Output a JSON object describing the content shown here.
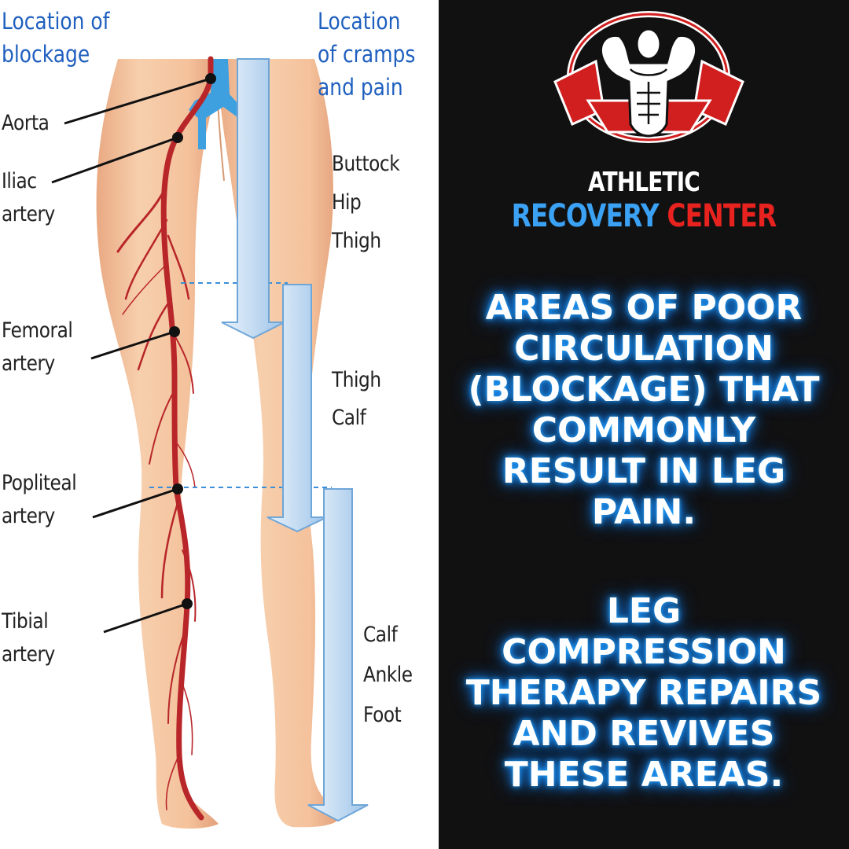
{
  "diagram": {
    "header_left": [
      "Location of",
      "blockage"
    ],
    "header_right": [
      "Location",
      "of cramps",
      "and pain"
    ],
    "artery_labels": [
      {
        "lines": [
          "Aorta"
        ]
      },
      {
        "lines": [
          "Iliac",
          "artery"
        ]
      },
      {
        "lines": [
          "Femoral",
          "artery"
        ]
      },
      {
        "lines": [
          "Popliteal",
          "artery"
        ]
      },
      {
        "lines": [
          "Tibial",
          "artery"
        ]
      }
    ],
    "pain_groups": [
      {
        "lines": [
          "Buttock",
          "Hip",
          "Thigh"
        ]
      },
      {
        "lines": [
          "Thigh",
          "Calf"
        ]
      },
      {
        "lines": [
          "Calf",
          "Ankle",
          "Foot"
        ]
      }
    ],
    "colors": {
      "skin": "#f2c09a",
      "artery": "#b8262a",
      "vein": "#3fa0e0",
      "arrow": "#cfe4f7",
      "label_blue": "#1f5fbf"
    }
  },
  "brand": {
    "line1": "ATHLETIC",
    "line2_part1": "RECOVERY",
    "line2_part2": "CENTER",
    "logo_icon": "bodybuilder-emblem-icon",
    "colors": {
      "white": "#ffffff",
      "blue": "#3ba1f5",
      "red": "#e8231f"
    }
  },
  "message": {
    "paragraph1": [
      "AREAS OF POOR",
      "CIRCULATION",
      "(BLOCKAGE) THAT",
      "COMMONLY",
      "RESULT IN LEG",
      "PAIN."
    ],
    "paragraph2": [
      "LEG",
      "COMPRESSION",
      "THERAPY REPAIRS",
      "AND REVIVES",
      "THESE AREAS."
    ],
    "glow_color": "#1a8cff",
    "background": "#111112"
  }
}
